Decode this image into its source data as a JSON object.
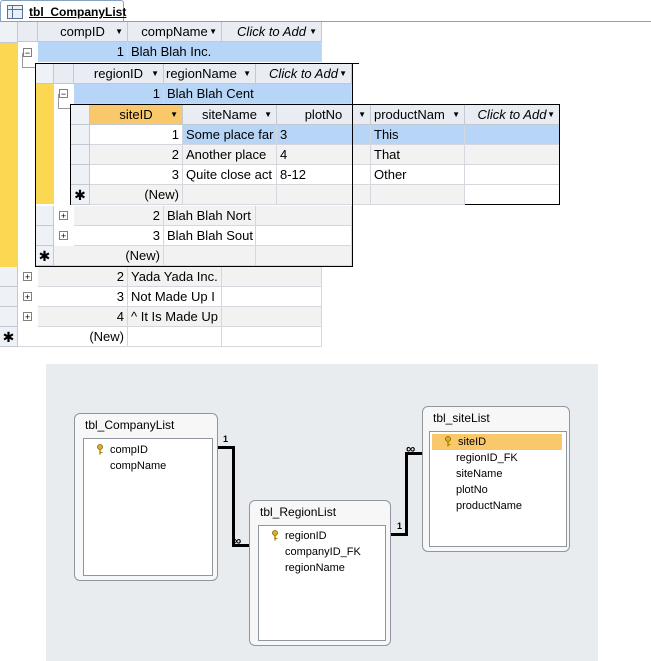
{
  "tab": {
    "title": "tbl_CompanyList"
  },
  "company_grid": {
    "headers": [
      "compID",
      "compName",
      "Click to Add"
    ],
    "rows": [
      {
        "id": "1",
        "name": "Blah Blah Inc."
      },
      {
        "id": "2",
        "name": "Yada Yada Inc."
      },
      {
        "id": "3",
        "name": "Not Made Up I"
      },
      {
        "id": "4",
        "name": "^ It Is Made Up"
      }
    ],
    "new_label": "(New)"
  },
  "region_grid": {
    "headers": [
      "regionID",
      "regionName",
      "Click to Add"
    ],
    "rows": [
      {
        "id": "1",
        "name": "Blah Blah Cent"
      },
      {
        "id": "2",
        "name": "Blah Blah Nort"
      },
      {
        "id": "3",
        "name": "Blah Blah Sout"
      }
    ],
    "new_label": "(New)"
  },
  "site_grid": {
    "headers": [
      "siteID",
      "siteName",
      "plotNo",
      "productNam",
      "Click to Add"
    ],
    "rows": [
      {
        "id": "1",
        "name": "Some place far",
        "plot": "3",
        "product": "This"
      },
      {
        "id": "2",
        "name": "Another place",
        "plot": "4",
        "product": "That"
      },
      {
        "id": "3",
        "name": "Quite close act",
        "plot": "8-12",
        "product": "Other"
      }
    ],
    "new_label": "(New)"
  },
  "diagram": {
    "company": {
      "name": "tbl_CompanyList",
      "fields": [
        "compID",
        "compName"
      ]
    },
    "region": {
      "name": "tbl_RegionList",
      "fields": [
        "regionID",
        "companyID_FK",
        "regionName"
      ]
    },
    "site": {
      "name": "tbl_siteList",
      "fields": [
        "siteID",
        "regionID_FK",
        "siteName",
        "plotNo",
        "productName"
      ]
    },
    "one_label": "1",
    "many_label": "∞"
  },
  "icons": {
    "new_record": "asterisk-icon",
    "expand": "plus-icon",
    "collapse": "minus-icon",
    "key": "key-icon"
  }
}
